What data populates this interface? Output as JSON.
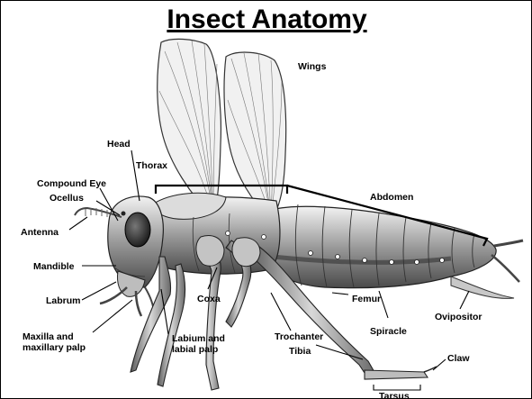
{
  "title": "Insect Anatomy",
  "labels": {
    "wings": "Wings",
    "head": "Head",
    "thorax": "Thorax",
    "compound_eye": "Compound Eye",
    "ocellus": "Ocellus",
    "abdomen": "Abdomen",
    "antenna": "Antenna",
    "mandible": "Mandible",
    "labrum": "Labrum",
    "coxa": "Coxa",
    "femur": "Femur",
    "ovipositor": "Ovipositor",
    "maxilla_line1": "Maxilla and",
    "maxilla_line2": "maxillary palp",
    "labium_line1": "Labium and",
    "labium_line2": "labial palp",
    "trochanter": "Trochanter",
    "spiracle": "Spiracle",
    "tibia": "Tibia",
    "claw": "Claw",
    "tarsus": "Tarsus"
  }
}
